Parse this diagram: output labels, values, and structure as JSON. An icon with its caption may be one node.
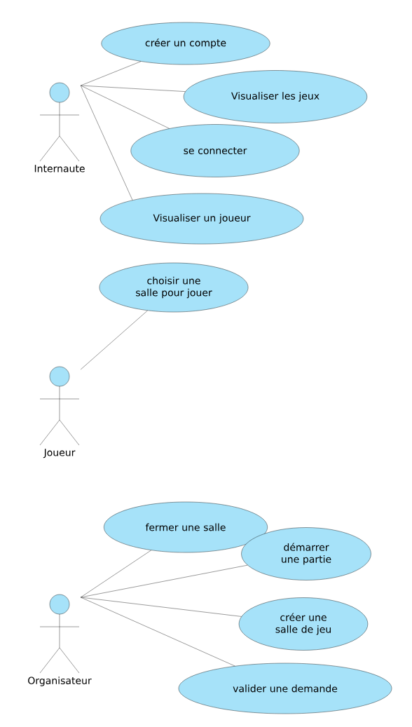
{
  "diagram": {
    "nodes": [
      {
        "text": [
          "Internaute"
        ]
      },
      {
        "text": [
          "créer un compte"
        ]
      },
      {
        "text": [
          "Visualiser les jeux"
        ]
      },
      {
        "text": [
          "se connecter"
        ]
      },
      {
        "text": [
          "Visualiser un joueur"
        ]
      },
      {
        "text": [
          "Joueur"
        ]
      },
      {
        "text": [
          "choisir une salle pour jouer"
        ]
      },
      {
        "text": [
          "Organisateur"
        ]
      },
      {
        "text": [
          "fermer une salle"
        ]
      },
      {
        "text": [
          "démarrer une partie"
        ]
      },
      {
        "text": [
          "créer une salle de jeu"
        ]
      },
      {
        "text": [
          "valider une demande"
        ]
      }
    ],
    "edges": [
      {
        "from": 0,
        "to": 1,
        "arrow": "none"
      },
      {
        "from": 0,
        "to": 2,
        "arrow": "none"
      },
      {
        "from": 0,
        "to": 3,
        "arrow": "none"
      },
      {
        "from": 0,
        "to": 4,
        "arrow": "none"
      },
      {
        "from": 5,
        "to": 6,
        "arrow": "none"
      },
      {
        "from": 7,
        "to": 8,
        "arrow": "none"
      },
      {
        "from": 7,
        "to": 9,
        "arrow": "none"
      },
      {
        "from": 7,
        "to": 10,
        "arrow": "none"
      },
      {
        "from": 7,
        "to": 11,
        "arrow": "none"
      }
    ]
  }
}
